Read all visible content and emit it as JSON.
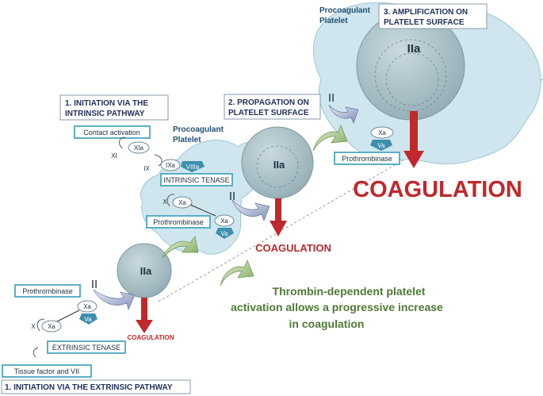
{
  "headings": {
    "intrinsic_line1": "1. INITIATION VIA THE",
    "intrinsic_line2": "INTRINSIC PATHWAY",
    "propagation_line1": "2. PROPAGATION ON",
    "propagation_line2": "PLATELET SURFACE",
    "amplification_line1": "3. AMPLIFICATION ON",
    "amplification_line2": "PLATELET SURFACE",
    "extrinsic": "1. INITIATION VIA THE EXTRINSIC PATHWAY"
  },
  "platelet_labels": {
    "mid_line1": "Procoagulant",
    "mid_line2": "Platelet",
    "top_line1": "Procoagulant",
    "top_line2": "Platelet"
  },
  "boxes": {
    "contact_activation": "Contact activation",
    "intrinsic_tenase": "INTRINSIC TENASE",
    "prothrombinase_mid": "Prothrombinase",
    "prothrombinase_low": "Prothrombinase",
    "prothrombinase_top": "Prothrombinase",
    "extrinsic_tenase": "EXTRINSIC TENASE",
    "tissue_factor": "Tissue factor and VII"
  },
  "factors": {
    "XIa": "XIa",
    "XI": "XI",
    "IX": "IX",
    "IXa": "IXa",
    "VIIIa": "VIIIa",
    "X_mid": "X",
    "Xa_mid1": "Xa",
    "Xa_mid2": "Xa",
    "Va_mid": "Va",
    "Xa_low1": "Xa",
    "Va_low": "Va",
    "X_low": "X",
    "Xa_low2": "Xa",
    "Xa_top": "Xa",
    "Va_top": "Va"
  },
  "thrombin": {
    "low": "IIa",
    "mid": "IIa",
    "top": "IIa"
  },
  "prothrombin": {
    "low": "II",
    "mid": "II",
    "top": "II"
  },
  "coagulation": {
    "small": "COAGULATION",
    "medium": "COAGULATION",
    "large": "COAGULATION"
  },
  "note": {
    "line1": "Thrombin-dependent platelet",
    "line2": "activation allows a progressive increase",
    "line3": "in coagulation"
  },
  "colors": {
    "platelet_fill": "#cfe6ee",
    "thrombin_fill": "#a9c0c6",
    "enzyme_fill": "#3e8fae",
    "box_border": "#4aa8c0",
    "coagulation_red": "#c0282b",
    "note_green": "#4f7a35"
  }
}
